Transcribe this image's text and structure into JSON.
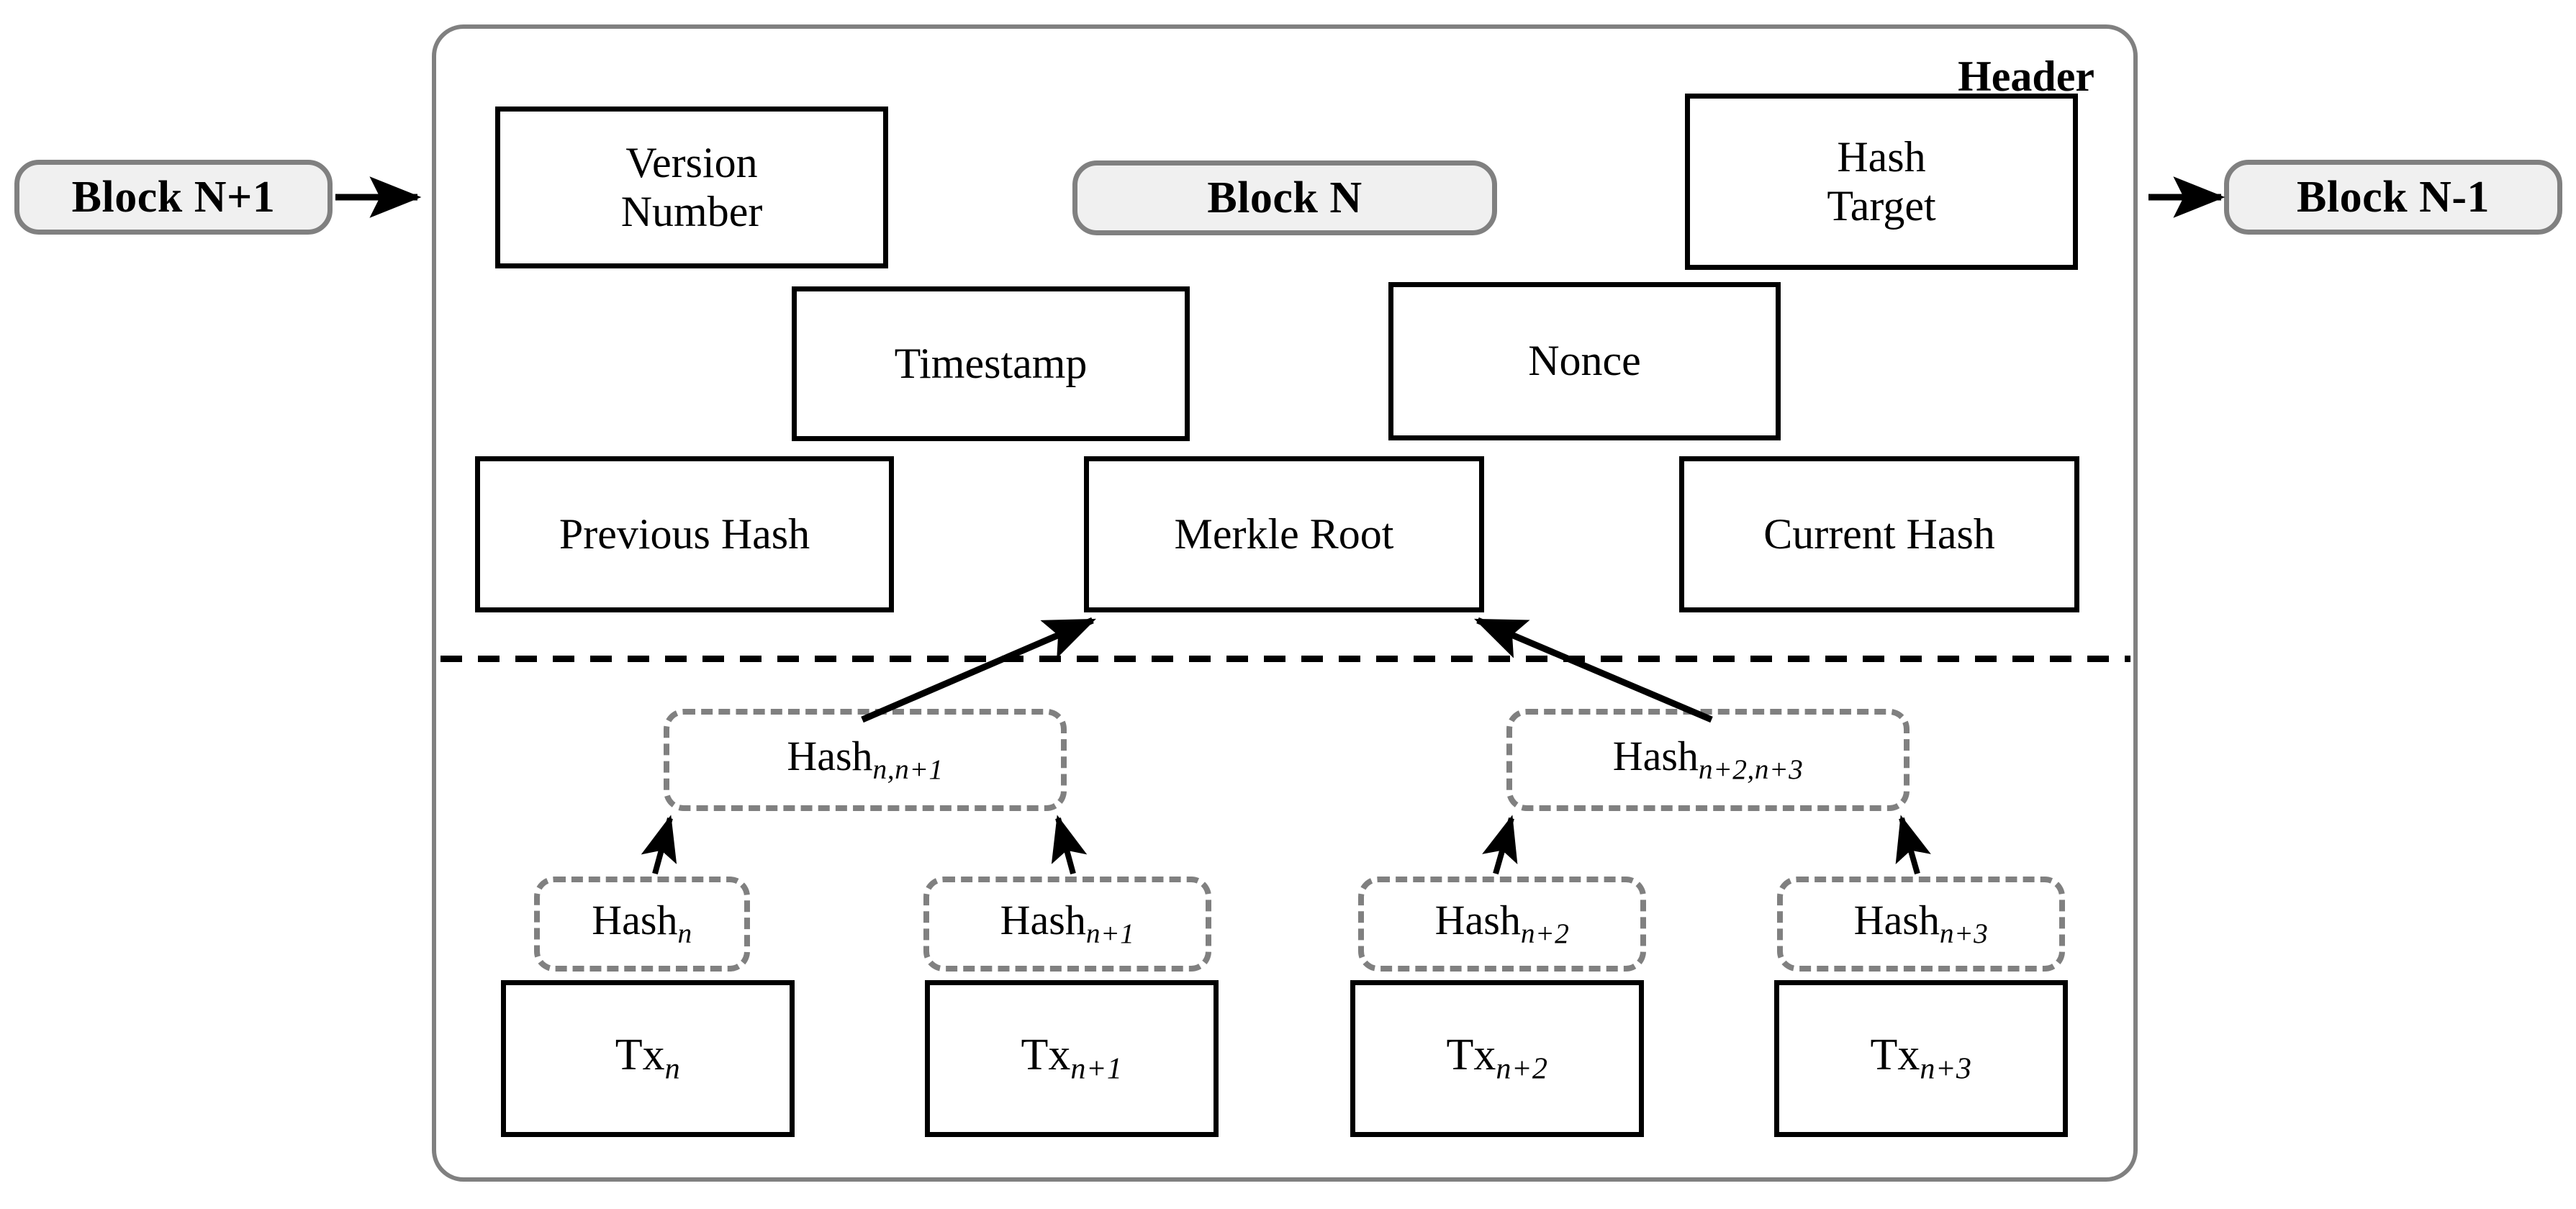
{
  "diagram": {
    "title": "Blockchain block structure with Merkle tree",
    "header_label": "Header",
    "block_label": "Block N",
    "divider_style": "dashed",
    "colors": {
      "pill_fill": "#f0f0f0",
      "pill_border": "#808080",
      "container_border": "#808080",
      "field_border": "#000000",
      "hash_border": "#808080",
      "background": "#ffffff",
      "text": "#000000"
    }
  },
  "chain": {
    "previous_block": "Block N+1",
    "next_block": "Block N-1"
  },
  "header_fields": [
    {
      "id": "version-number",
      "label": "Version\nNumber"
    },
    {
      "id": "hash-target",
      "label": "Hash\nTarget"
    },
    {
      "id": "timestamp",
      "label": "Timestamp"
    },
    {
      "id": "nonce",
      "label": "Nonce"
    },
    {
      "id": "previous-hash",
      "label": "Previous Hash"
    },
    {
      "id": "merkle-root",
      "label": "Merkle Root"
    },
    {
      "id": "current-hash",
      "label": "Current Hash"
    }
  ],
  "merkle": {
    "internal_nodes": [
      {
        "id": "hash-n-n1",
        "base": "Hash",
        "sub": "n,n+1"
      },
      {
        "id": "hash-n2-n3",
        "base": "Hash",
        "sub": "n+2,n+3"
      }
    ],
    "leaf_hashes": [
      {
        "id": "hash-n",
        "base": "Hash",
        "sub": "n"
      },
      {
        "id": "hash-n1",
        "base": "Hash",
        "sub": "n+1"
      },
      {
        "id": "hash-n2",
        "base": "Hash",
        "sub": "n+2"
      },
      {
        "id": "hash-n3",
        "base": "Hash",
        "sub": "n+3"
      }
    ],
    "transactions": [
      {
        "id": "tx-n",
        "base": "Tx",
        "sub": "n"
      },
      {
        "id": "tx-n1",
        "base": "Tx",
        "sub": "n+1"
      },
      {
        "id": "tx-n2",
        "base": "Tx",
        "sub": "n+2"
      },
      {
        "id": "tx-n3",
        "base": "Tx",
        "sub": "n+3"
      }
    ]
  }
}
